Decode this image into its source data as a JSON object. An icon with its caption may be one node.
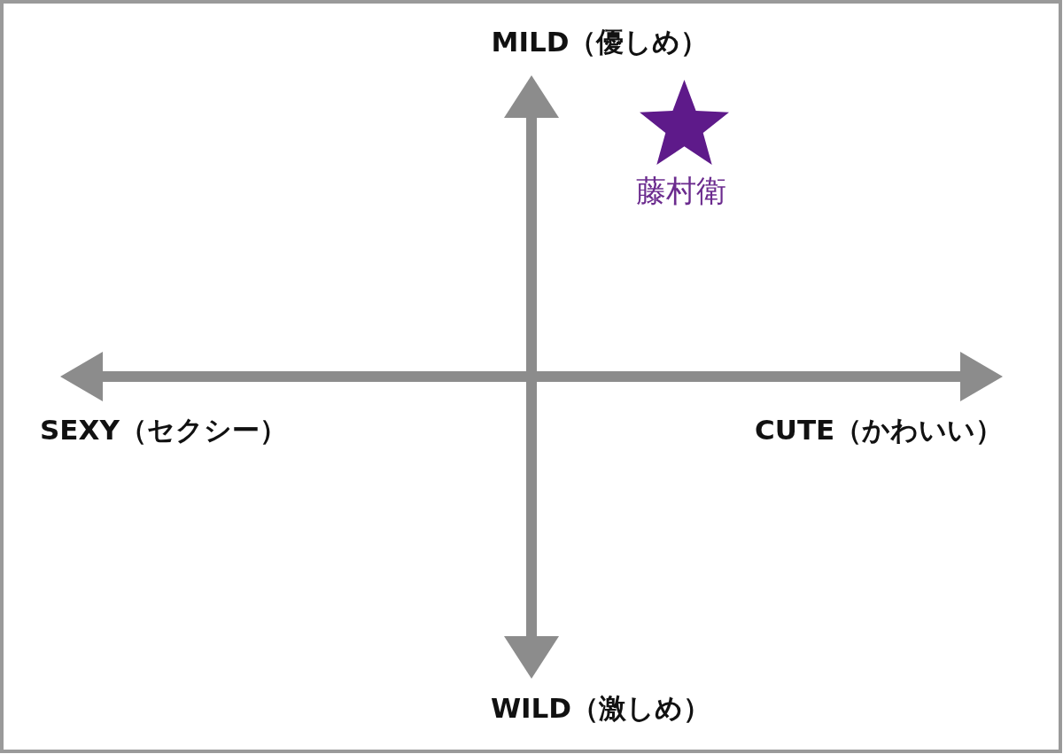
{
  "diagram": {
    "nodes": [
      {
        "text": [],
        "shape": "star",
        "beside": [
          "藤村衛"
        ]
      }
    ],
    "labels": [
      "MILD（優しめ）",
      "SEXY（セクシー）",
      "CUTE（かわいい）",
      "WILD（激しめ）"
    ]
  }
}
